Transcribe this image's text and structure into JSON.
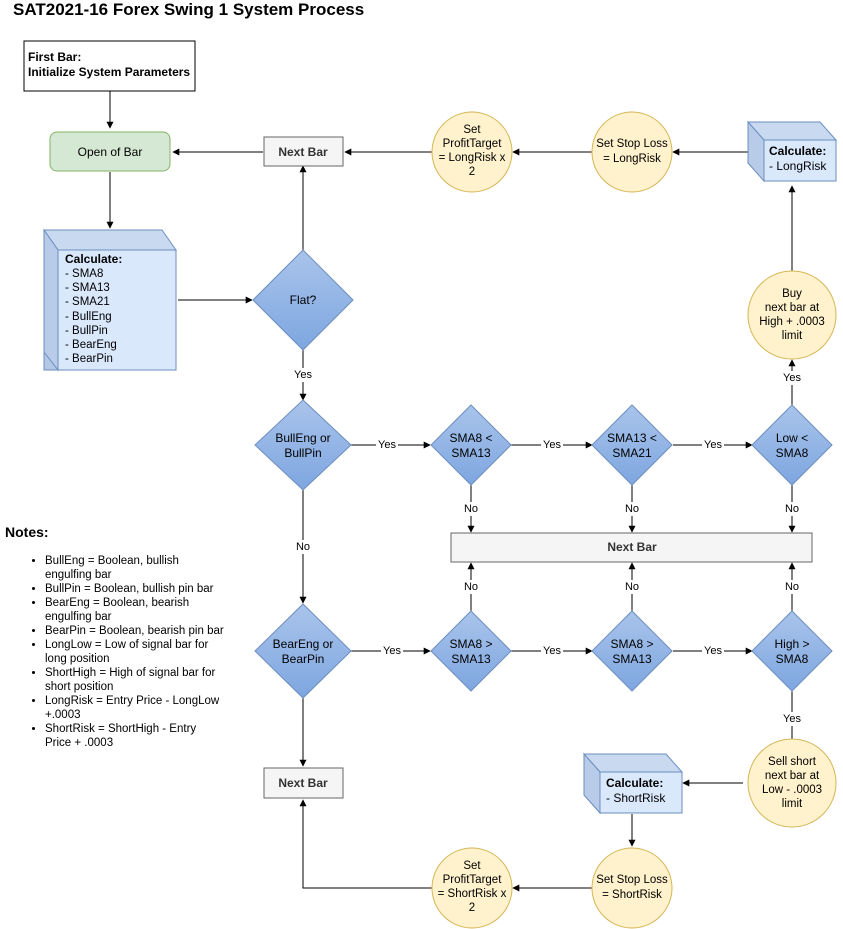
{
  "title": "SAT2021-16 Forex Swing 1 System Process",
  "nodes": {
    "first_bar": {
      "line1": "First Bar:",
      "line2": "Initialize System Parameters"
    },
    "open_of_bar": "Open of Bar",
    "next_bar_top": "Next Bar",
    "next_bar_mid": "Next Bar",
    "next_bar_bottom": "Next Bar",
    "calc_main": {
      "header": "Calculate:",
      "items": [
        "- SMA8",
        "- SMA13",
        "- SMA21",
        "- BullEng",
        "- BullPin",
        "- BearEng",
        "- BearPin"
      ]
    },
    "flat": "Flat?",
    "bull_check": [
      "BullEng or",
      "BullPin"
    ],
    "bear_check": [
      "BearEng or",
      "BearPin"
    ],
    "sma8_lt_sma13": [
      "SMA8 <",
      "SMA13"
    ],
    "sma13_lt_sma21": [
      "SMA13 <",
      "SMA21"
    ],
    "low_lt_sma8": [
      "Low <",
      "SMA8"
    ],
    "sma8_gt_sma13": [
      "SMA8 >",
      "SMA13"
    ],
    "sma8_gt_sma13_b": [
      "SMA8 >",
      "SMA13"
    ],
    "high_gt_sma8": [
      "High >",
      "SMA8"
    ],
    "buy": [
      "Buy",
      "next bar at",
      "High + .0003",
      "limit"
    ],
    "sell": [
      "Sell short",
      "next bar at",
      "Low - .0003",
      "limit"
    ],
    "calc_long": {
      "header": "Calculate:",
      "item": "- LongRisk"
    },
    "calc_short": {
      "header": "Calculate:",
      "item": "- ShortRisk"
    },
    "stop_long": [
      "Set Stop Loss",
      "= LongRisk"
    ],
    "target_long": [
      "Set",
      "ProfitTarget",
      "= LongRisk x",
      "2"
    ],
    "stop_short": [
      "Set Stop Loss",
      "= ShortRisk"
    ],
    "target_short": [
      "Set",
      "ProfitTarget",
      "= ShortRisk x",
      "2"
    ]
  },
  "edge_labels": {
    "yes": "Yes",
    "no": "No"
  },
  "notes": {
    "title": "Notes:",
    "items": [
      "BullEng = Boolean, bullish engulfing bar",
      "BullPin = Boolean, bullish pin bar",
      "BearEng = Boolean, bearish engulfing bar",
      "BearPin = Boolean, bearish pin bar",
      "LongLow = Low of signal bar for long position",
      "ShortHigh = High of signal bar for short position",
      "LongRisk = Entry Price - LongLow +.0003",
      "ShortRisk = ShortHigh - Entry Price + .0003"
    ]
  },
  "colors": {
    "green_fill": "#d5e8d4",
    "green_stroke": "#82b366",
    "blue_fill": "#dae8fc",
    "blue_stroke": "#6c8ebf",
    "diamond_light": "#a9c4eb",
    "diamond_dark": "#7ea6e0",
    "yellow_fill": "#fff2cc",
    "yellow_stroke": "#d6b656",
    "gray_fill": "#f5f5f5",
    "gray_stroke": "#666666"
  }
}
